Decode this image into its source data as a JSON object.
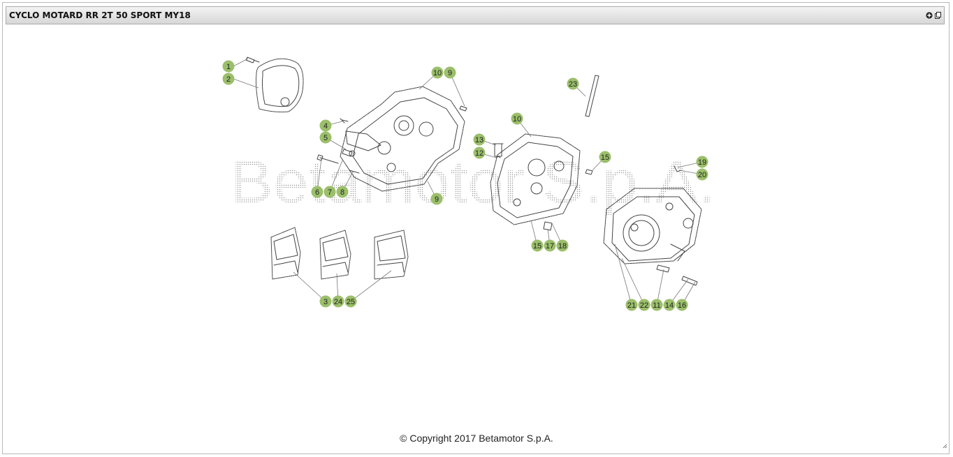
{
  "window": {
    "title": "CYCLO MOTARD RR 2T 50 SPORT MY18",
    "icons": [
      "add-icon",
      "popout-icon"
    ],
    "accent_color": "#9bbf6a"
  },
  "watermark": {
    "text": "Betamotor S.p.A."
  },
  "footer": {
    "copyright": "© Copyright 2017 Betamotor S.p.A."
  },
  "callouts": [
    "1",
    "2",
    "10",
    "9",
    "23",
    "4",
    "5",
    "10",
    "13",
    "12",
    "15",
    "19",
    "20",
    "6",
    "7",
    "8",
    "9",
    "15",
    "17",
    "18",
    "3",
    "24",
    "25",
    "21",
    "22",
    "11",
    "14",
    "16"
  ]
}
